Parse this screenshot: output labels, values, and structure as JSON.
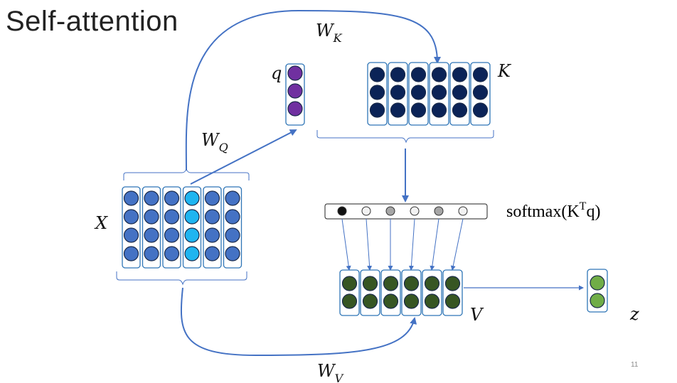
{
  "slide": {
    "title": "Self-attention",
    "page_number": "11"
  },
  "labels": {
    "X": "X",
    "q": "q",
    "K": "K",
    "V": "V",
    "z": "z",
    "WK_main": "W",
    "WK_sub": "K",
    "WQ_main": "W",
    "WQ_sub": "Q",
    "WV_main": "W",
    "WV_sub": "V",
    "softmax_prefix": "softmax(",
    "softmax_K": "K",
    "softmax_T": "T",
    "softmax_q": "q",
    "softmax_suffix": ")"
  },
  "colors": {
    "x_node": "#4472c4",
    "x_highlight": "#1fb5f0",
    "q_node": "#7030a0",
    "k_node": "#0b2357",
    "v_node": "#375623",
    "z_node": "#70ad47",
    "arrow": "#4472c4",
    "box_stroke": "#2e75b6"
  },
  "matrices": {
    "X": {
      "columns": 6,
      "rows": 4,
      "highlight_column": 3
    },
    "q": {
      "columns": 1,
      "rows": 3
    },
    "K": {
      "columns": 6,
      "rows": 3
    },
    "V": {
      "columns": 6,
      "rows": 2
    },
    "z": {
      "columns": 1,
      "rows": 2
    }
  },
  "softmax_weights": [
    "black",
    "white",
    "gray",
    "white",
    "gray",
    "white"
  ]
}
